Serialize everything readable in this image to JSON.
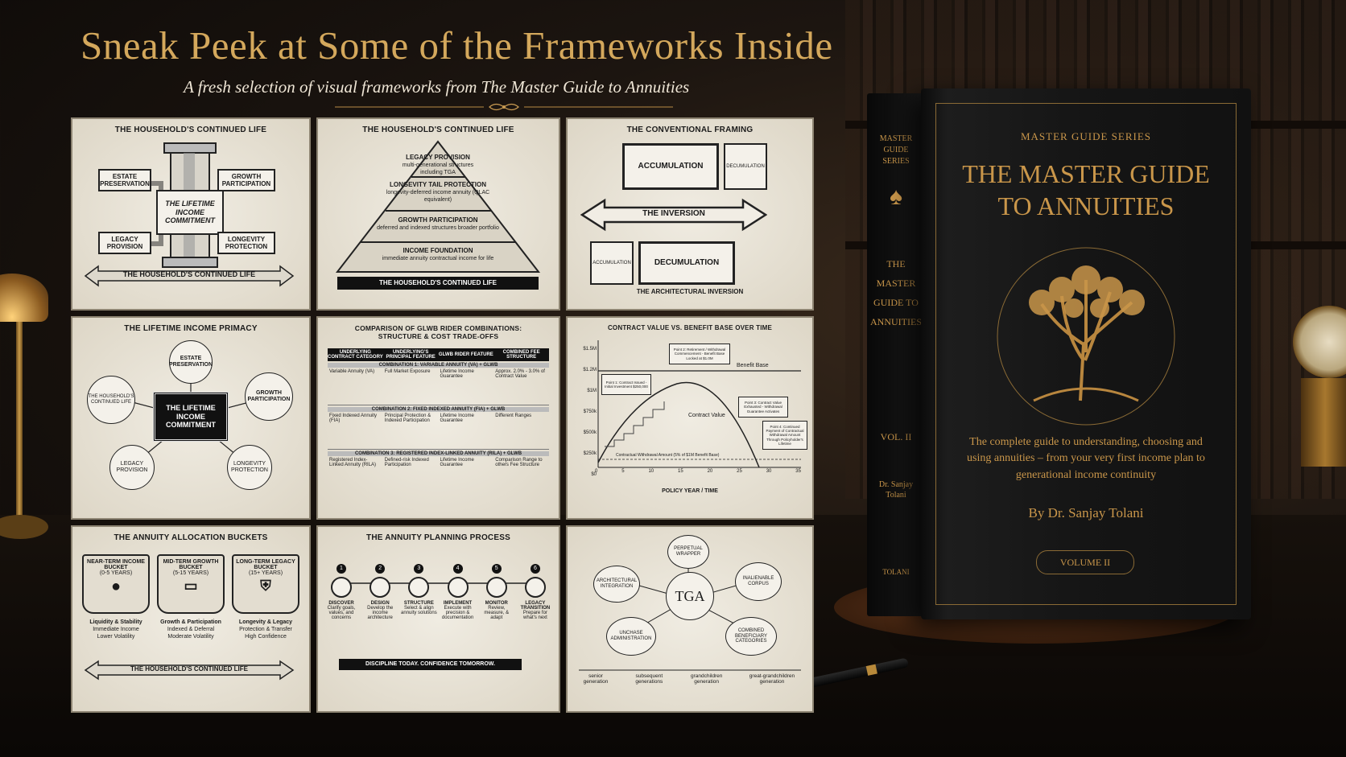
{
  "header": {
    "title": "Sneak Peek at Some of the Frameworks Inside",
    "subtitle": "A fresh selection of visual frameworks from The Master Guide to Annuities"
  },
  "panels": {
    "p1": {
      "title": "THE HOUSEHOLD'S CONTINUED LIFE",
      "center": "THE LIFETIME INCOME COMMITMENT",
      "tl": "ESTATE PRESERVATION",
      "tr": "GROWTH PARTICIPATION",
      "bl": "LEGACY PROVISION",
      "br": "LONGEVITY PROTECTION",
      "arrow": "THE HOUSEHOLD'S CONTINUED LIFE"
    },
    "p2": {
      "title": "THE HOUSEHOLD'S CONTINUED LIFE",
      "tiers": [
        {
          "h": "LEGACY PROVISION",
          "d": "multi-generational structures including TGA"
        },
        {
          "h": "LONGEVITY TAIL PROTECTION",
          "d": "longevity-deferred income annuity (QLAC equivalent)"
        },
        {
          "h": "GROWTH PARTICIPATION",
          "d": "deferred and indexed structures broader portfolio"
        },
        {
          "h": "INCOME FOUNDATION",
          "d": "immediate annuity contractual income for life"
        }
      ],
      "base": "THE HOUSEHOLD'S CONTINUED LIFE"
    },
    "p3": {
      "title": "THE CONVENTIONAL FRAMING",
      "acc_big": "ACCUMULATION",
      "dec_small": "DECUMULATION",
      "inversion": "THE INVERSION",
      "acc_small": "ACCUMULATION",
      "dec_big": "DECUMULATION",
      "footer": "THE ARCHITECTURAL INVERSION"
    },
    "p4": {
      "title": "THE LIFETIME INCOME PRIMACY",
      "center": "THE LIFETIME INCOME COMMITMENT",
      "top": "ESTATE PRESERVATION",
      "left": "THE HOUSEHOLD'S CONTINUED LIFE",
      "right": "GROWTH PARTICIPATION",
      "bl": "LEGACY PROVISION",
      "br": "LONGEVITY PROTECTION"
    },
    "p5": {
      "title": "COMPARISON OF GLWB RIDER COMBINATIONS: STRUCTURE & COST TRADE-OFFS",
      "headers": [
        "UNDERLYING CONTRACT CATEGORY",
        "UNDERLYING'S PRINCIPAL FEATURE",
        "GLWB RIDER FEATURE",
        "COMBINED FEE STRUCTURE"
      ],
      "combos": [
        "COMBINATION 1: VARIABLE ANNUITY (VA) + GLWB",
        "COMBINATION 2: FIXED INDEXED ANNUITY (FIA) + GLWB",
        "COMBINATION 3: REGISTERED INDEX-LINKED ANNUITY (RILA) + GLWB"
      ],
      "rows": [
        [
          "Variable Annuity (VA)",
          "Full Market Exposure",
          "Lifetime Income Guarantee",
          "Approx. 2.0% - 3.0% of Contract Value"
        ],
        [
          "Fixed Indexed Annuity (FIA)",
          "Principal Protection & Indexed Participation",
          "Lifetime Income Guarantee",
          "Different Ranges"
        ],
        [
          "Registered Index-Linked Annuity (RILA)",
          "Defined-risk Indexed Participation",
          "Lifetime Income Guarantee",
          "Comparison Range to others Fee Structure"
        ]
      ]
    },
    "p6": {
      "title": "CONTRACT VALUE VS. BENEFIT BASE OVER TIME",
      "xlabel": "POLICY YEAR / TIME",
      "benefit": "Benefit Base",
      "contract": "Contract Value",
      "withdraw": "Contractual Withdrawal Amount (5% of $1M Benefit Base)",
      "p1": "Point 1: Contract Issued - Initial Investment $250,000",
      "p2": "Point 2: Retirement / Withdrawal Commencement - Benefit Base Locked at $1.0M",
      "p3": "Point 3: Contract Value Exhausted - Withdrawal Guarantee Activates",
      "p4": "Point 4: Continued Payment of Contractual Withdrawal Amount Through Policyholder's Lifetime",
      "yticks": [
        "$0",
        "$250k",
        "$500k",
        "$750k",
        "$1M",
        "$1.2M",
        "$1.5M"
      ],
      "xticks": [
        "0",
        "5",
        "10",
        "15",
        "20",
        "25",
        "30",
        "35"
      ]
    },
    "p7": {
      "title": "THE ANNUITY ALLOCATION BUCKETS",
      "buckets": [
        {
          "h": "NEAR-TERM INCOME BUCKET",
          "y": "(0-5 YEARS)",
          "a": "Liquidity & Stability",
          "b": "Immediate Income",
          "c": "Lower Volatility"
        },
        {
          "h": "MID-TERM GROWTH BUCKET",
          "y": "(5-15 YEARS)",
          "a": "Growth & Participation",
          "b": "Indexed & Deferral",
          "c": "Moderate Volatility"
        },
        {
          "h": "LONG-TERM LEGACY BUCKET",
          "y": "(15+ YEARS)",
          "a": "Longevity & Legacy",
          "b": "Protection & Transfer",
          "c": "High Confidence"
        }
      ],
      "arrow": "THE HOUSEHOLD'S CONTINUED LIFE"
    },
    "p8": {
      "title": "THE ANNUITY PLANNING PROCESS",
      "steps": [
        {
          "n": "1",
          "h": "DISCOVER",
          "d": "Clarify goals, values, and concerns"
        },
        {
          "n": "2",
          "h": "DESIGN",
          "d": "Develop the income architecture"
        },
        {
          "n": "3",
          "h": "STRUCTURE",
          "d": "Select & align annuity solutions"
        },
        {
          "n": "4",
          "h": "IMPLEMENT",
          "d": "Execute with precision & documentation"
        },
        {
          "n": "5",
          "h": "MONITOR",
          "d": "Review, measure, & adapt"
        },
        {
          "n": "6",
          "h": "LEGACY TRANSITION",
          "d": "Prepare for what's next"
        }
      ],
      "footer": "DISCIPLINE TODAY. CONFIDENCE TOMORROW."
    },
    "p9": {
      "center": "TGA",
      "nodes": [
        "PERPETUAL WRAPPER",
        "ARCHITECTURAL INTEGRATION",
        "INALIENABLE CORPUS",
        "UNCHASE ADMINISTRATION",
        "COMBINED BENEFICIARY CATEGORIES"
      ],
      "gens": [
        "senior generation",
        "subsequent generations",
        "grandchildren generation",
        "great-grandchildren generation"
      ]
    }
  },
  "book": {
    "series": "MASTER GUIDE SERIES",
    "title1": "THE MASTER GUIDE",
    "title2": "TO ANNUITIES",
    "blurb": "The complete guide to understanding, choosing and using annuities – from your very first income plan to generational income continuity",
    "author": "By Dr. Sanjay Tolani",
    "volume": "VOLUME II",
    "spine_series": "MASTER GUIDE SERIES",
    "spine_title": "THE MASTER GUIDE TO ANNUITIES",
    "spine_vol": "VOL. II",
    "spine_author": "Dr. Sanjay Tolani",
    "spine_pub": "TOLANI"
  },
  "colors": {
    "gold": "#d4a85c",
    "panel": "#e9e4d8",
    "ink": "#1b1b1b",
    "book": "#141414"
  }
}
